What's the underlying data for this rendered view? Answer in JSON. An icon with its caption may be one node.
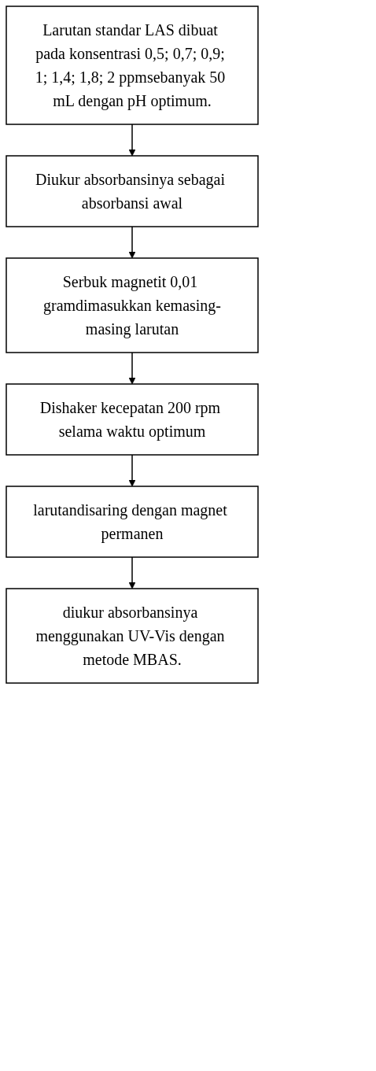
{
  "diagram": {
    "nodes": [
      {
        "text": [
          "Larutan standar LAS dibuat pada konsentrasi 0,5; 0,7; 0,9; 1; 1,4; 1,8; 2 ppmsebanyak 50 mL dengan pH optimum."
        ]
      },
      {
        "text": [
          "Diukur absorbansinya sebagai absorbansi awal"
        ]
      },
      {
        "text": [
          "Serbuk magnetit 0,01 gramdimasukkan kemasing-masing larutan"
        ]
      },
      {
        "text": [
          "Dishaker kecepatan 200 rpm selama waktu optimum"
        ]
      },
      {
        "text": [
          "larutandisaring dengan magnet permanen"
        ]
      },
      {
        "text": [
          "diukur absorbansinya menggunakan UV-Vis dengan metode MBAS."
        ]
      }
    ],
    "edges": [
      {
        "from": 0,
        "to": 1,
        "arrow": "to"
      },
      {
        "from": 1,
        "to": 2,
        "arrow": "to"
      },
      {
        "from": 2,
        "to": 3,
        "arrow": "to"
      },
      {
        "from": 3,
        "to": 4,
        "arrow": "to"
      },
      {
        "from": 4,
        "to": 5,
        "arrow": "to"
      }
    ]
  }
}
